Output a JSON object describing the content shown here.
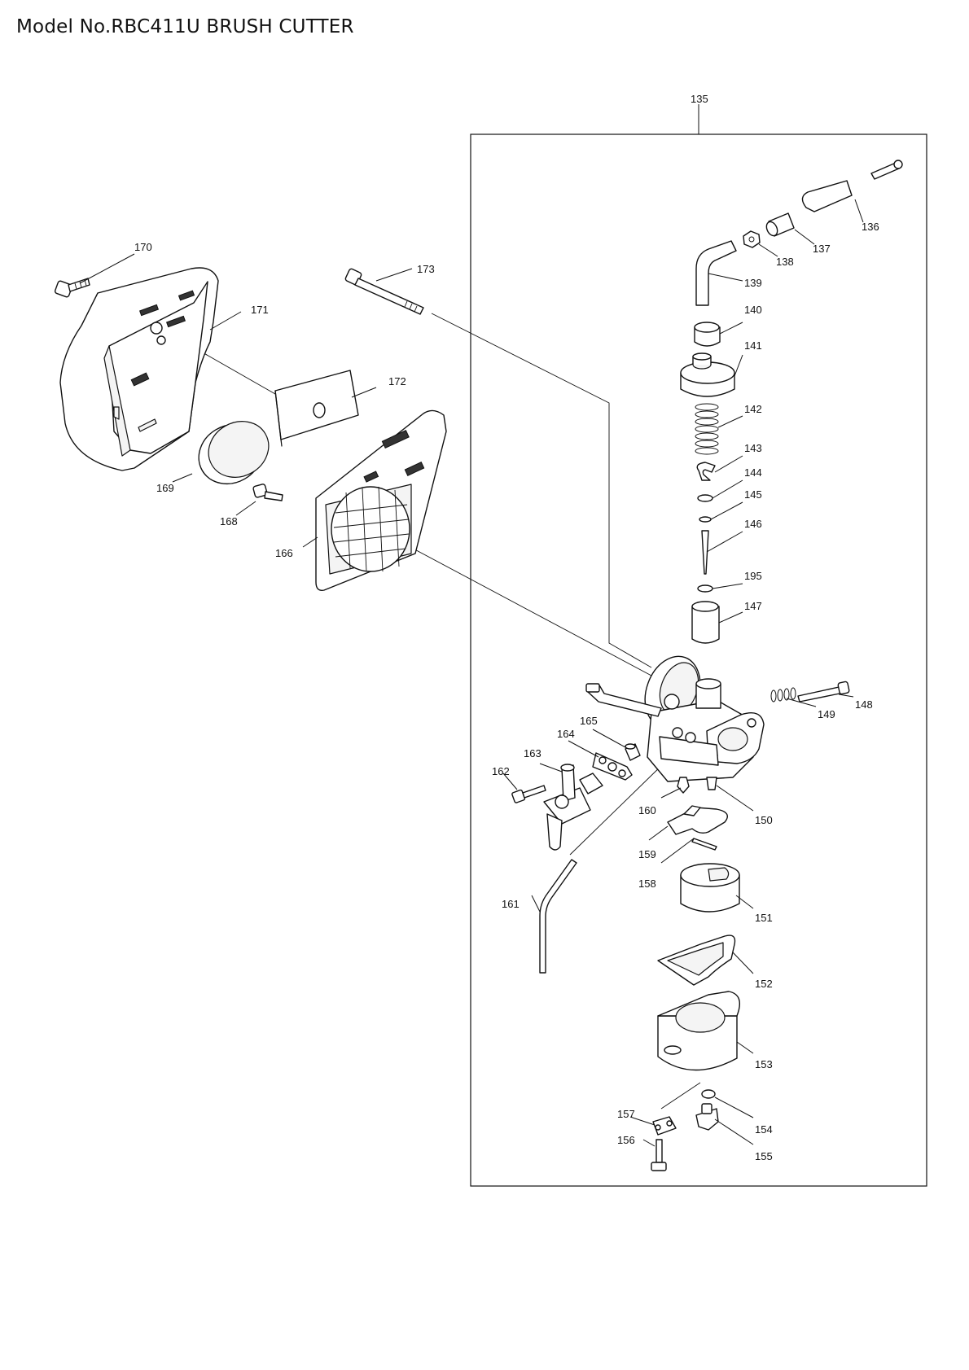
{
  "header": {
    "title": "Model No.RBC411U BRUSH CUTTER"
  },
  "assembly_label": "135",
  "callouts": [
    {
      "id": "c136",
      "label": "136"
    },
    {
      "id": "c137",
      "label": "137"
    },
    {
      "id": "c138",
      "label": "138"
    },
    {
      "id": "c139",
      "label": "139"
    },
    {
      "id": "c140",
      "label": "140"
    },
    {
      "id": "c141",
      "label": "141"
    },
    {
      "id": "c142",
      "label": "142"
    },
    {
      "id": "c143",
      "label": "143"
    },
    {
      "id": "c144",
      "label": "144"
    },
    {
      "id": "c145",
      "label": "145"
    },
    {
      "id": "c146",
      "label": "146"
    },
    {
      "id": "c195",
      "label": "195"
    },
    {
      "id": "c147",
      "label": "147"
    },
    {
      "id": "c148",
      "label": "148"
    },
    {
      "id": "c149",
      "label": "149"
    },
    {
      "id": "c150",
      "label": "150"
    },
    {
      "id": "c151",
      "label": "151"
    },
    {
      "id": "c152",
      "label": "152"
    },
    {
      "id": "c153",
      "label": "153"
    },
    {
      "id": "c154",
      "label": "154"
    },
    {
      "id": "c155",
      "label": "155"
    },
    {
      "id": "c156",
      "label": "156"
    },
    {
      "id": "c157",
      "label": "157"
    },
    {
      "id": "c158",
      "label": "158"
    },
    {
      "id": "c159",
      "label": "159"
    },
    {
      "id": "c160",
      "label": "160"
    },
    {
      "id": "c161",
      "label": "161"
    },
    {
      "id": "c162",
      "label": "162"
    },
    {
      "id": "c163",
      "label": "163"
    },
    {
      "id": "c164",
      "label": "164"
    },
    {
      "id": "c165",
      "label": "165"
    },
    {
      "id": "c166",
      "label": "166"
    },
    {
      "id": "c168",
      "label": "168"
    },
    {
      "id": "c169",
      "label": "169"
    },
    {
      "id": "c170",
      "label": "170"
    },
    {
      "id": "c171",
      "label": "171"
    },
    {
      "id": "c172",
      "label": "172"
    },
    {
      "id": "c173",
      "label": "173"
    }
  ]
}
